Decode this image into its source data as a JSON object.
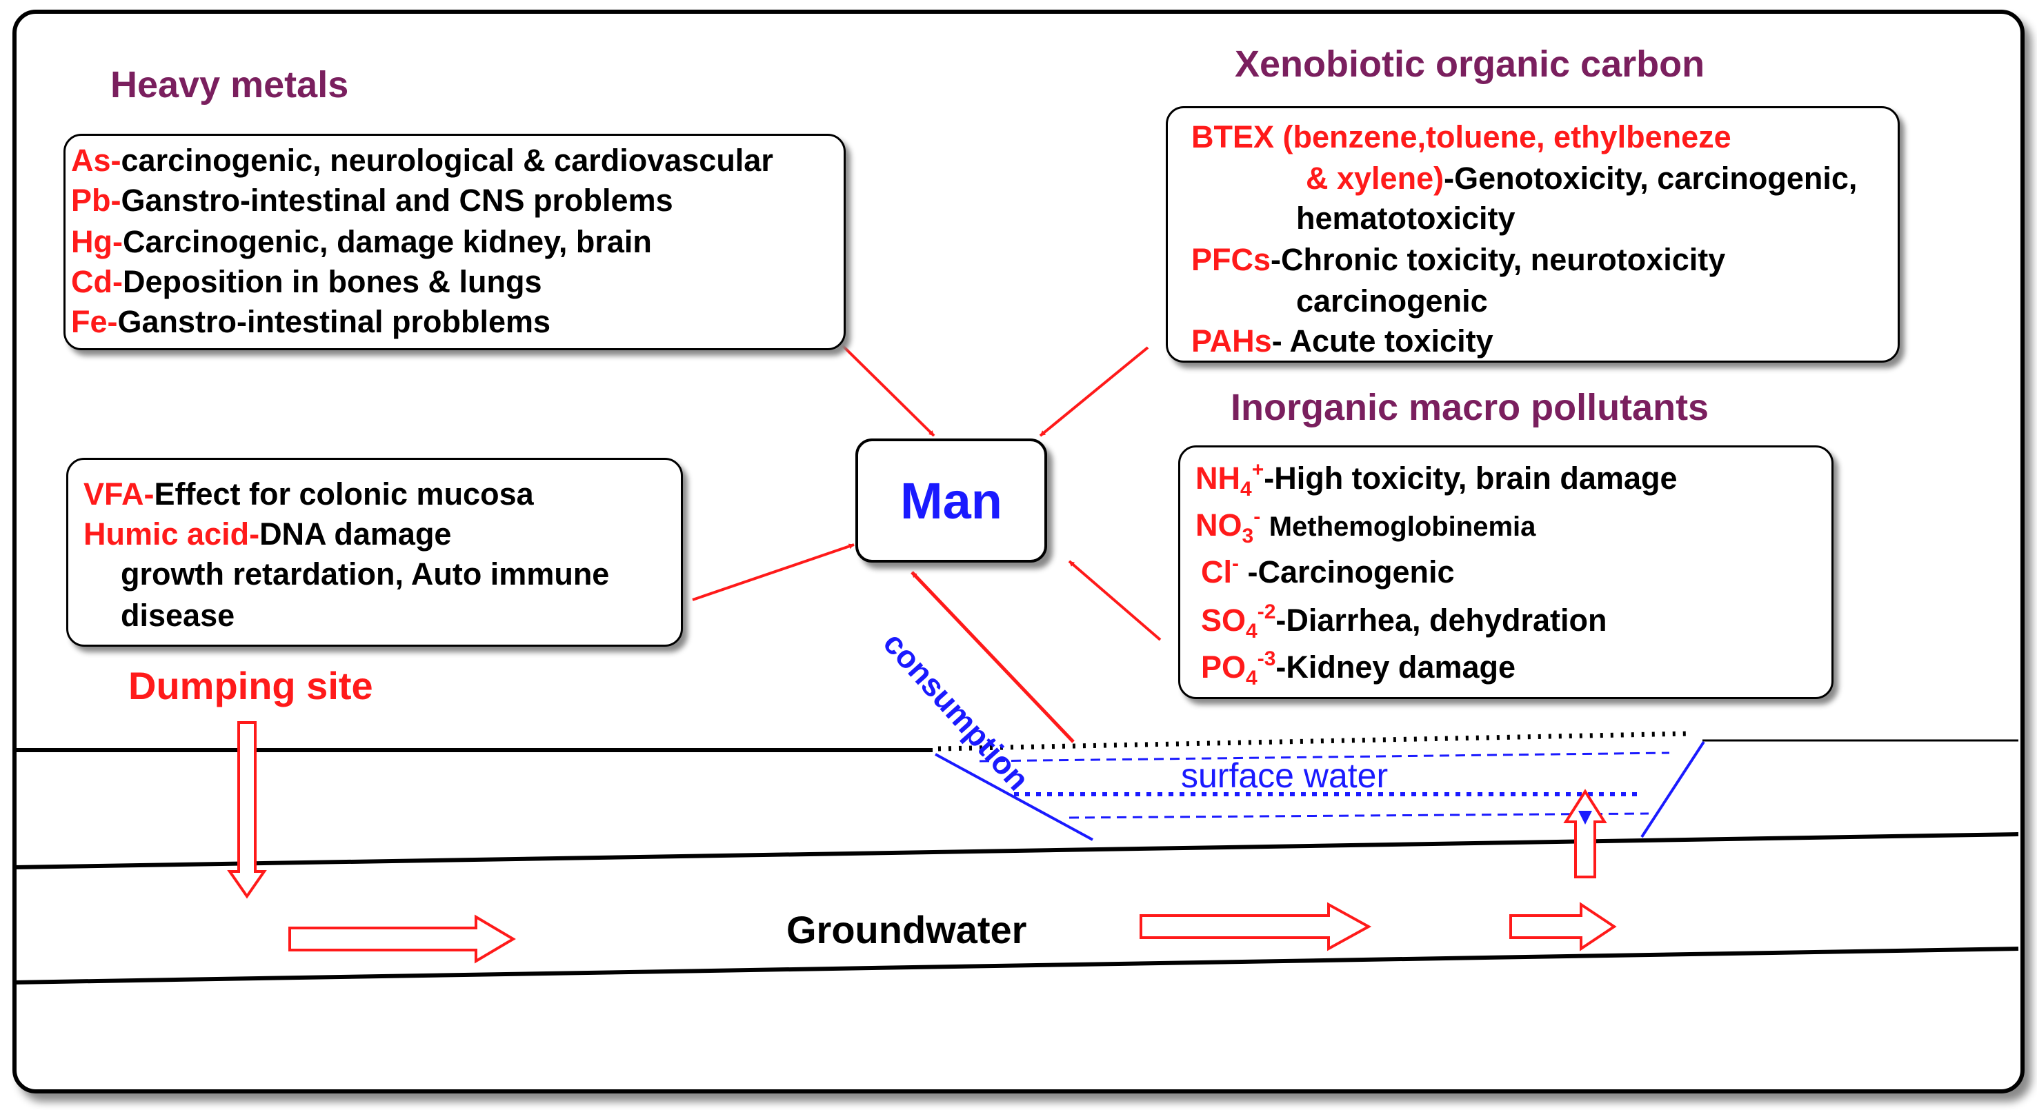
{
  "heavy_metals": {
    "heading": "Heavy metals",
    "items": [
      {
        "key": "As-",
        "text": "carcinogenic, neurological & cardiovascular"
      },
      {
        "key": "Pb-",
        "text": "Ganstro-intestinal and CNS problems"
      },
      {
        "key": "Hg-",
        "text": "Carcinogenic, damage kidney, brain"
      },
      {
        "key": "Cd-",
        "text": "Deposition in bones & lungs"
      },
      {
        "key": "Fe-",
        "text": "Ganstro-intestinal probblems"
      }
    ]
  },
  "xenobiotic": {
    "heading": "Xenobiotic organic carbon",
    "btex_key_1": "BTEX (benzene,toluene, ethylbeneze",
    "btex_key_2": "& xylene)",
    "btex_text_1": "-Genotoxicity, carcinogenic,",
    "btex_text_2": "hematotoxicity",
    "pfcs_key": "PFCs",
    "pfcs_text_1": "-Chronic toxicity, neurotoxicity",
    "pfcs_text_2": "carcinogenic",
    "pahs_key": "PAHs",
    "pahs_text": "- Acute toxicity"
  },
  "organic_acids": {
    "vfa_key": "VFA-",
    "vfa_text": "Effect for colonic mucosa",
    "humic_key": "Humic acid-",
    "humic_text_1": "DNA damage",
    "humic_text_2": "growth retardation, Auto immune",
    "humic_text_3": "disease"
  },
  "inorganic": {
    "heading": "Inorganic macro pollutants",
    "nh4_base": "NH",
    "nh4_sub": "4",
    "nh4_sup": "+",
    "nh4_text": "-High toxicity, brain damage",
    "no3_base": "NO",
    "no3_sub": "3",
    "no3_sup": "-",
    "no3_text": "Methemoglobinemia",
    "cl_base": "Cl",
    "cl_sup": "-",
    "cl_text": "-Carcinogenic",
    "so4_base": "SO",
    "so4_sub": "4",
    "so4_sup": "-2",
    "so4_text": "-Diarrhea, dehydration",
    "po4_base": "PO",
    "po4_sub": "4",
    "po4_sup": "-3",
    "po4_text": "-Kidney damage"
  },
  "man_label": "Man",
  "consumption_label": "consumption",
  "dumping_site_label": "Dumping site",
  "surface_water_label": "surface water",
  "groundwater_label": "Groundwater",
  "colors": {
    "heading": "#7a1f5e",
    "pollutant": "#ff1a1a",
    "man": "#1a1aff",
    "water": "#1a1aff",
    "arrow": "#ff1a1a"
  }
}
